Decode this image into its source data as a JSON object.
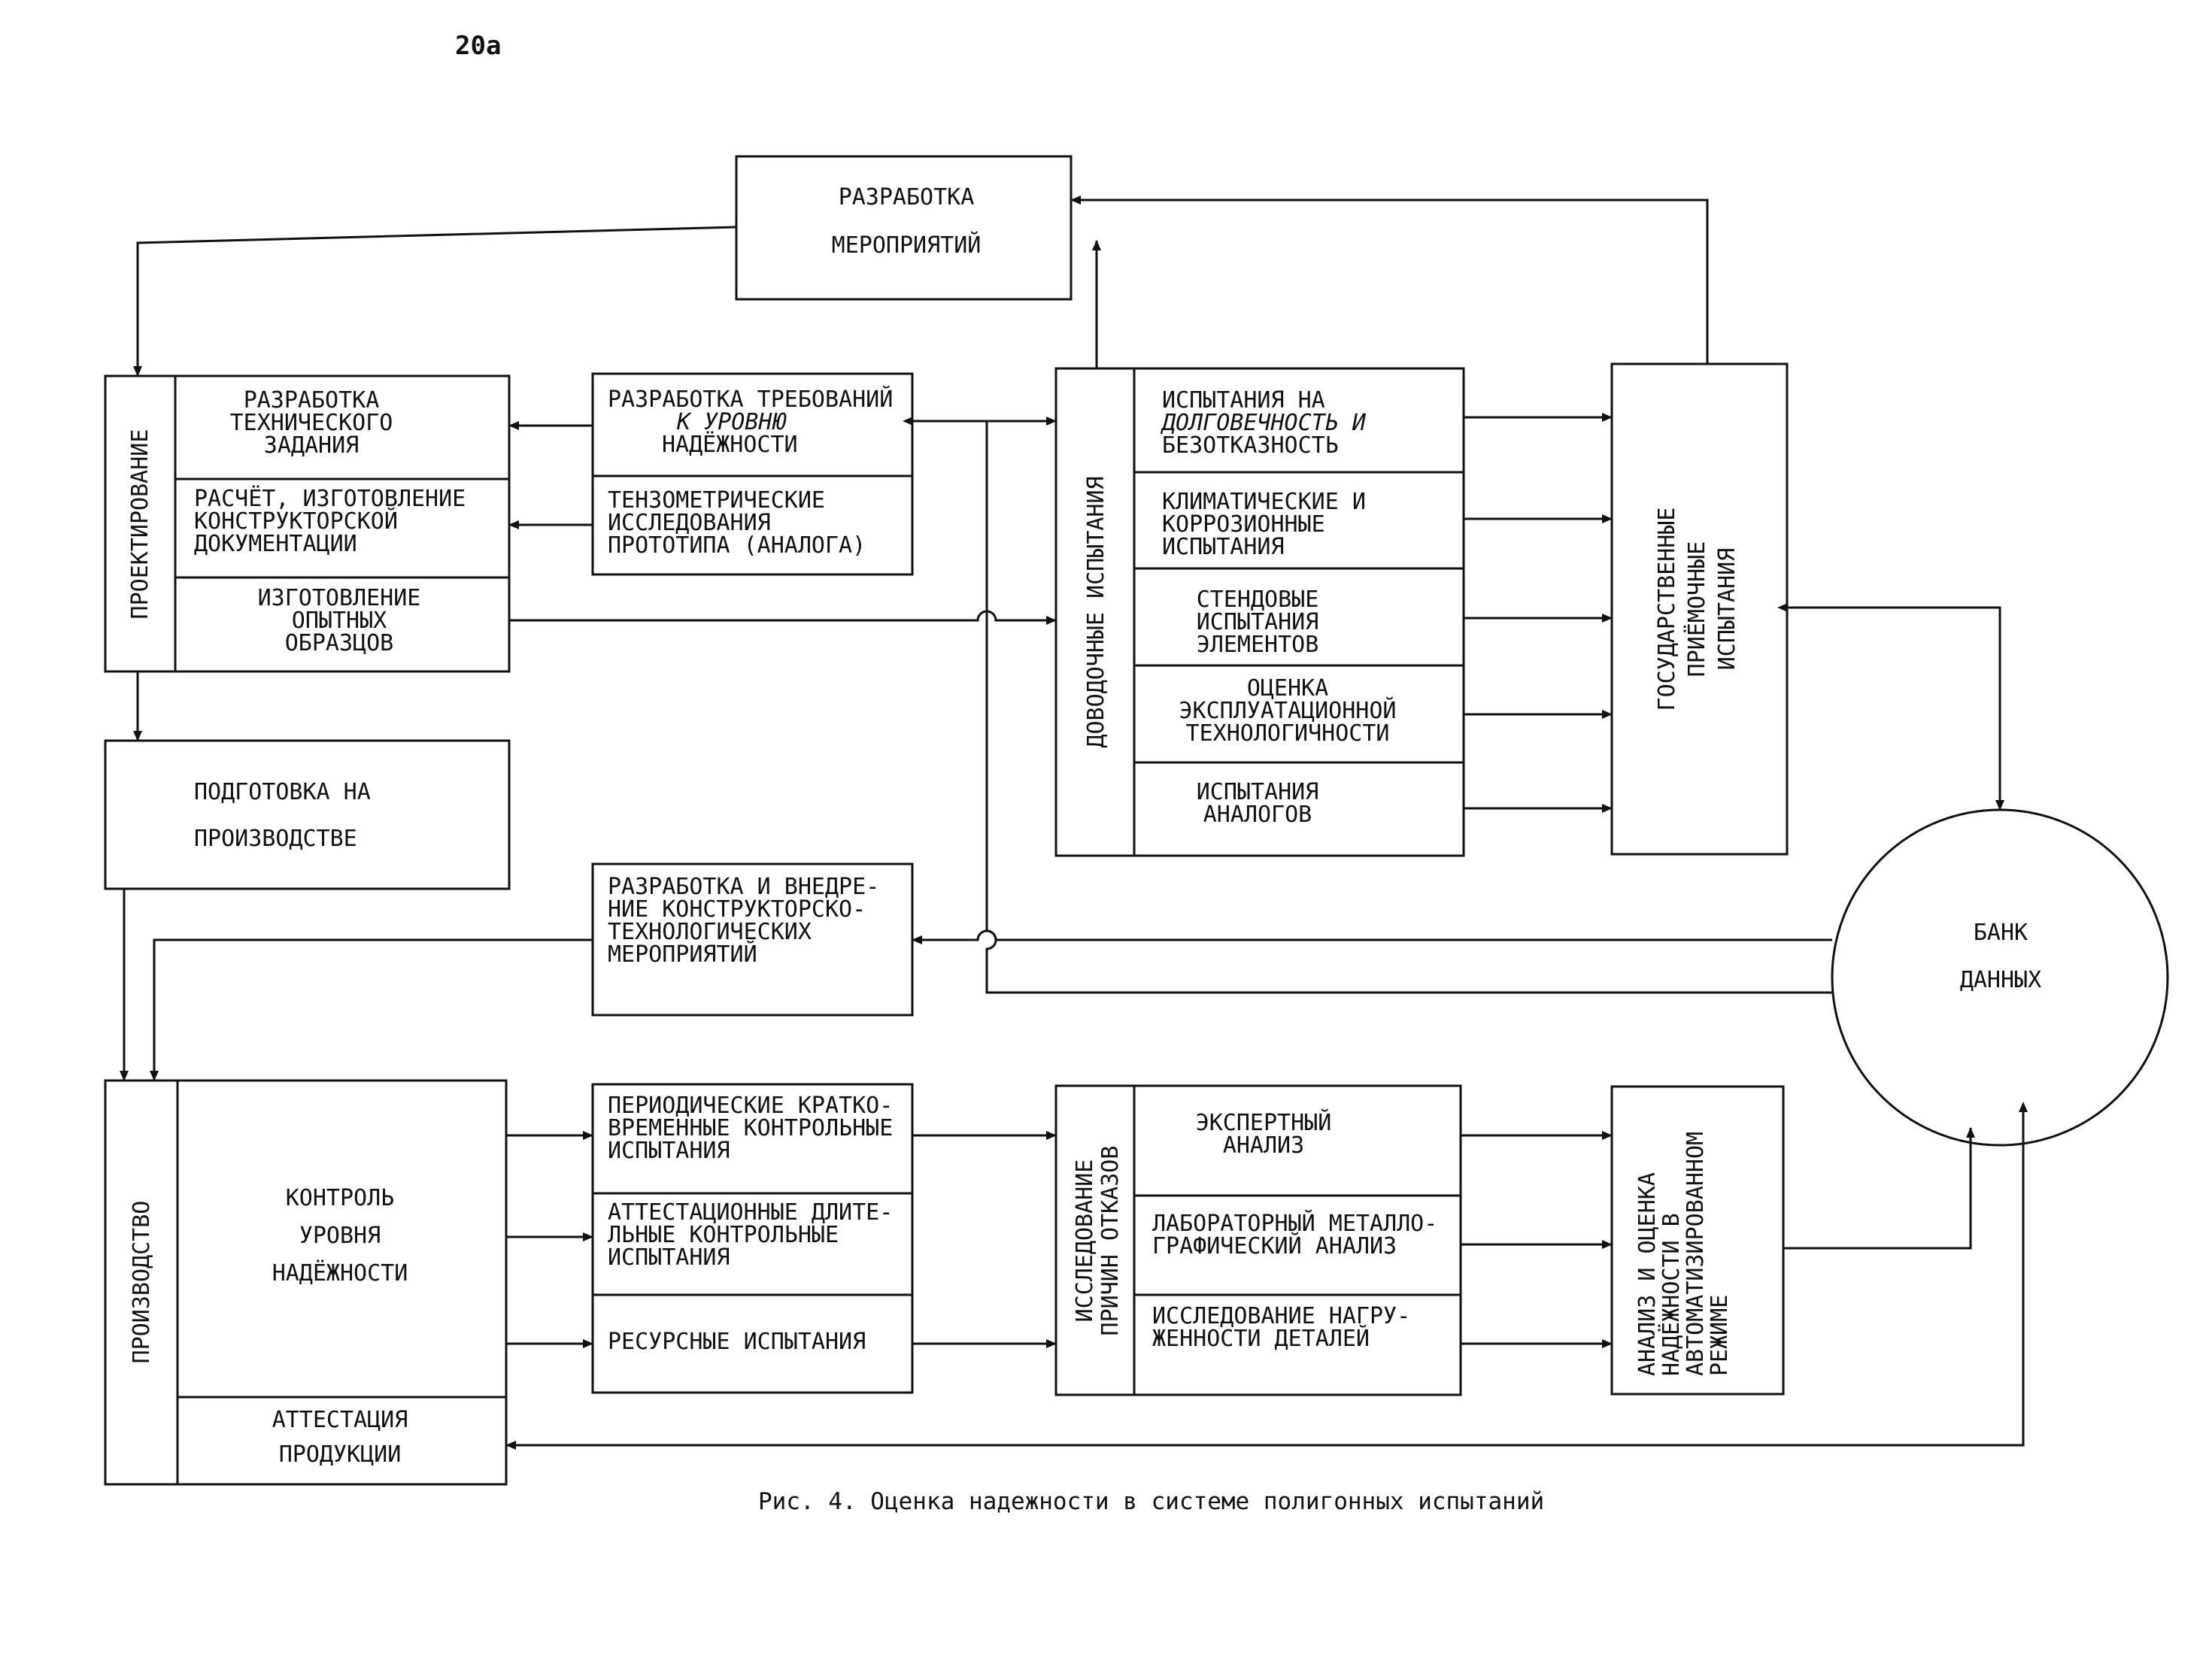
{
  "page_number": "20а",
  "caption": "Рис. 4. Оценка надежности в системе полигонных испытаний",
  "boxes": {
    "razrabotka_meropriyatiy": [
      "РАЗРАБОТКА",
      "МЕРОПРИЯТИЙ"
    ],
    "proektirovanie": "ПРОЕКТИРОВАНИЕ",
    "tz": [
      "РАЗРАБОТКА",
      "ТЕХНИЧЕСКОГО",
      "ЗАДАНИЯ"
    ],
    "raschet": [
      "РАСЧЁТ, ИЗГОТОВЛЕНИЕ",
      "КОНСТРУКТОРСКОЙ",
      "ДОКУМЕНТАЦИИ"
    ],
    "izgotovlenie": [
      "ИЗГОТОВЛЕНИЕ",
      "ОПЫТНЫХ",
      "ОБРАЗЦОВ"
    ],
    "trebovaniya": [
      "РАЗРАБОТКА ТРЕБОВАНИЙ",
      "К УРОВНЮ",
      "НАДЁЖНОСТИ"
    ],
    "tenzo": [
      "ТЕНЗОМЕТРИЧЕСКИЕ",
      "ИССЛЕДОВАНИЯ",
      "ПРОТОТИПА (АНАЛОГА)"
    ],
    "dovodochnye": "ДОВОДОЧНЫЕ ИСПЫТАНИЯ",
    "dolgovechnost": [
      "ИСПЫТАНИЯ НА",
      "ДОЛГОВЕЧНОСТЬ И",
      "БЕЗОТКАЗНОСТЬ"
    ],
    "klimat": [
      "КЛИМАТИЧЕСКИЕ И",
      "КОРРОЗИОННЫЕ",
      "ИСПЫТАНИЯ"
    ],
    "stend": [
      "СТЕНДОВЫЕ",
      "ИСПЫТАНИЯ",
      "ЭЛЕМЕНТОВ"
    ],
    "ocenka": [
      "ОЦЕНКА",
      "ЭКСПЛУАТАЦИОННОЙ",
      "ТЕХНОЛОГИЧНОСТИ"
    ],
    "analogi": [
      "ИСПЫТАНИЯ",
      "АНАЛОГОВ"
    ],
    "gos": [
      "ГОСУДАРСТВЕННЫЕ",
      "ПРИЁМОЧНЫЕ",
      "ИСПЫТАНИЯ"
    ],
    "podgotovka": [
      "ПОДГОТОВКА НА",
      "ПРОИЗВОДСТВЕ"
    ],
    "vnedrenie": [
      "РАЗРАБОТКА И ВНЕДРЕ-",
      "НИЕ КОНСТРУКТОРСКО-",
      "ТЕХНОЛОГИЧЕСКИХ",
      "МЕРОПРИЯТИЙ"
    ],
    "bank": [
      "БАНК",
      "ДАННЫХ"
    ],
    "proizvodstvo": "ПРОИЗВОДСТВО",
    "kontrol": [
      "КОНТРОЛЬ",
      "УРОВНЯ",
      "НАДЁЖНОСТИ"
    ],
    "attestaciya": [
      "АТТЕСТАЦИЯ",
      "ПРОДУКЦИИ"
    ],
    "periodicheskie": [
      "ПЕРИОДИЧЕСКИЕ КРАТКО-",
      "ВРЕМЕННЫЕ КОНТРОЛЬНЫЕ",
      "ИСПЫТАНИЯ"
    ],
    "attestacionnye": [
      "АТТЕСТАЦИОННЫЕ ДЛИТЕ-",
      "ЛЬНЫЕ КОНТРОЛЬНЫЕ",
      "ИСПЫТАНИЯ"
    ],
    "resursnye": [
      "РЕСУРСНЫЕ ИСПЫТАНИЯ"
    ],
    "issledovanie_prichin": [
      "ИССЛЕДОВАНИЕ",
      "ПРИЧИН ОТКАЗОВ"
    ],
    "ekspert": [
      "ЭКСПЕРТНЫЙ",
      "АНАЛИЗ"
    ],
    "lab": [
      "ЛАБОРАТОРНЫЙ МЕТАЛЛО-",
      "ГРАФИЧЕСКИЙ АНАЛИЗ"
    ],
    "nagruzh": [
      "ИССЛЕДОВАНИЕ НАГРУ-",
      "ЖЕННОСТИ ДЕТАЛЕЙ"
    ],
    "avtomat": [
      "АНАЛИЗ И ОЦЕНКА",
      "НАДЁЖНОСТИ В",
      "АВТОМАТИЗИРОВАННОМ",
      "РЕЖИМЕ"
    ]
  }
}
